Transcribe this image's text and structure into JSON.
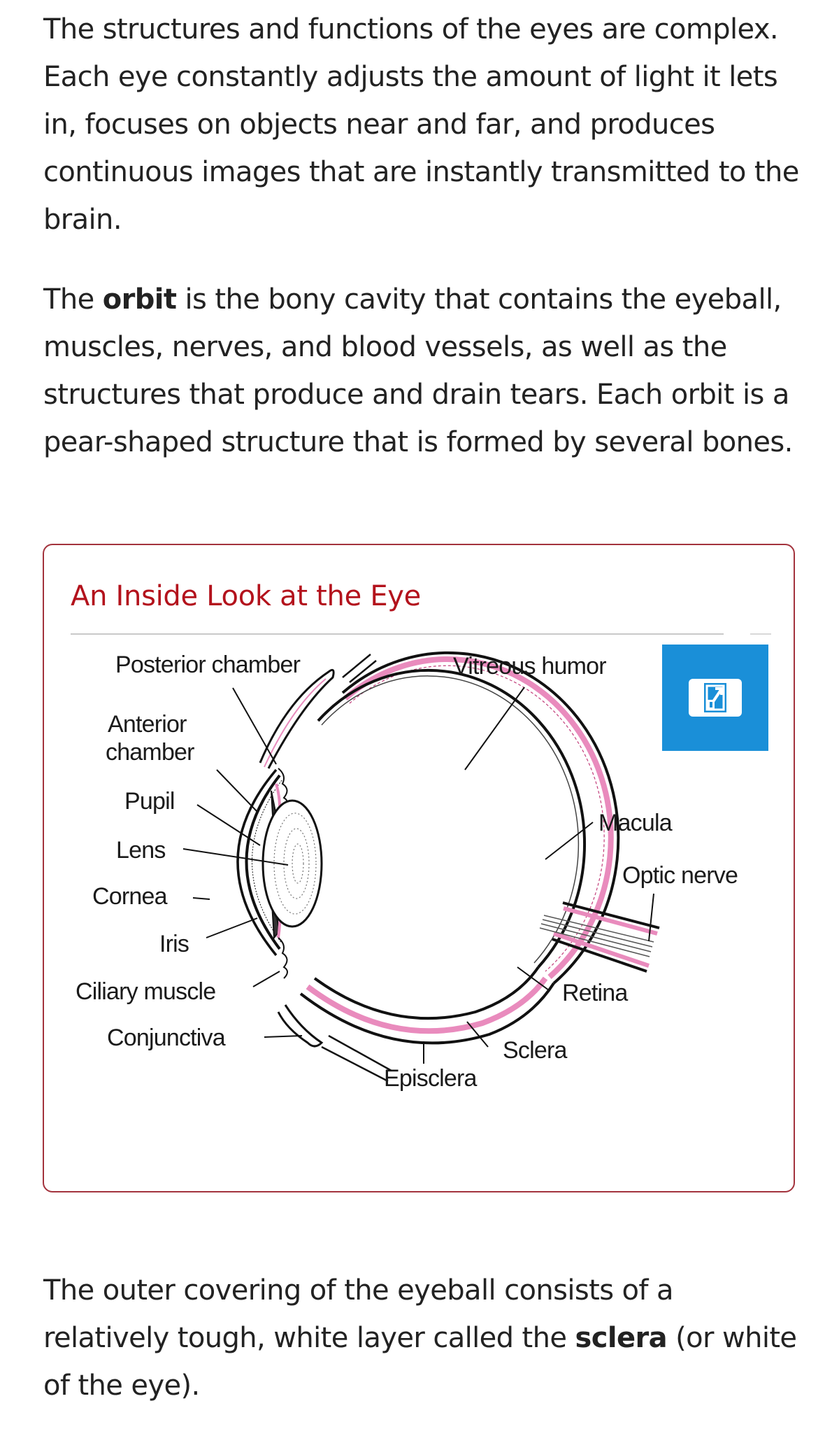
{
  "paragraphs": {
    "p1": "The structures and functions of the eyes are complex. Each eye constantly adjusts the amount of light it lets in, focuses on objects near and far, and produces continuous images that are instantly transmitted to the brain.",
    "p2_pre": "The ",
    "p2_bold": "orbit",
    "p2_post": " is the bony cavity that contains the eyeball, muscles, nerves, and blood vessels, as well as the structures that produce and drain tears. Each orbit is a pear-shaped structure that is formed by several bones.",
    "p3_pre": "The outer covering of the eyeball consists of a relatively tough, white layer called the ",
    "p3_bold": "sclera",
    "p3_post": " (or white of the eye)."
  },
  "figure": {
    "title": "An Inside Look at the Eye",
    "expand_icon": "expand-image-icon",
    "colors": {
      "title": "#b3121c",
      "border": "#a3333d",
      "button": "#1a8fd8",
      "tissue_pink": "#e98bbd"
    },
    "labels": {
      "posterior_chamber": "Posterior chamber",
      "vitreous_humor": "Vitreous humor",
      "anterior": "Anterior",
      "chamber": "chamber",
      "pupil": "Pupil",
      "lens": "Lens",
      "cornea": "Cornea",
      "iris": "Iris",
      "ciliary_muscle": "Ciliary muscle",
      "conjunctiva": "Conjunctiva",
      "macula": "Macula",
      "optic_nerve": "Optic nerve",
      "retina": "Retina",
      "sclera": "Sclera",
      "episclera": "Episclera"
    }
  }
}
